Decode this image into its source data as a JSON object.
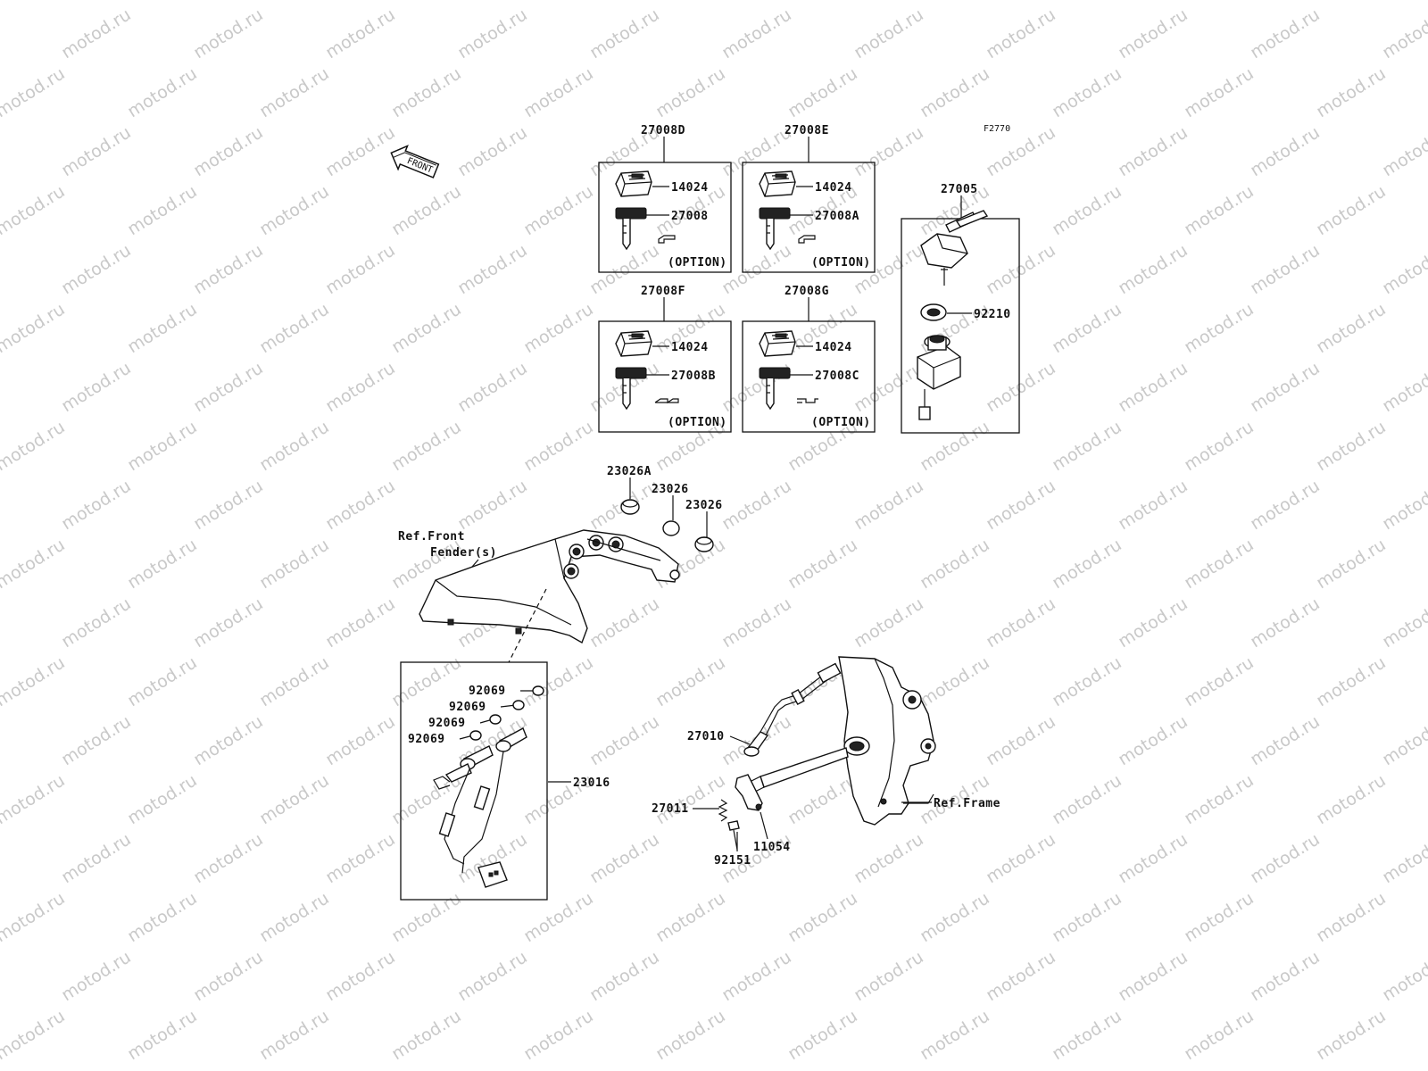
{
  "watermark_text": "motod.ru",
  "diagram_code": "F2770",
  "front_arrow_label": "FRONT",
  "key_sets": [
    {
      "set": "27008D",
      "top": "14024",
      "key": "27008",
      "note": "(OPTION)"
    },
    {
      "set": "27008E",
      "top": "14024",
      "key": "27008A",
      "note": "(OPTION)"
    },
    {
      "set": "27008F",
      "top": "14024",
      "key": "27008B",
      "note": "(OPTION)"
    },
    {
      "set": "27008G",
      "top": "14024",
      "key": "27008C",
      "note": "(OPTION)"
    }
  ],
  "ignition_set": {
    "set": "27005",
    "nut": "92210"
  },
  "cover_caps": [
    "23026A",
    "23026",
    "23026"
  ],
  "fender_ref": {
    "line1": "Ref.Front",
    "line2": "Fender(s)"
  },
  "harness": {
    "grommets": [
      "92069",
      "92069",
      "92069",
      "92069"
    ],
    "lead": "23016"
  },
  "frame_parts": {
    "cable": "27010",
    "spring": "27011",
    "bolt": "92151",
    "bracket": "11054",
    "frame_ref": "Ref.Frame"
  }
}
